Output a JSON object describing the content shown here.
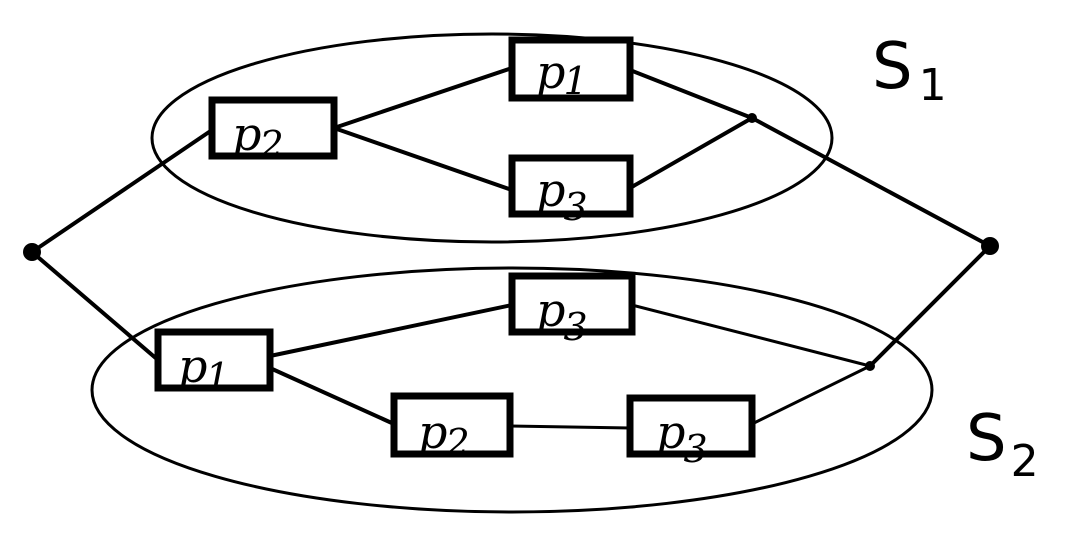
{
  "diagram": {
    "groups": [
      {
        "id": "S1",
        "label": "S",
        "subscript": "1"
      },
      {
        "id": "S2",
        "label": "S",
        "subscript": "2"
      }
    ],
    "blocks": [
      {
        "id": "s1-p2",
        "label": "p",
        "sub": "2"
      },
      {
        "id": "s1-p1",
        "label": "p",
        "sub": "1"
      },
      {
        "id": "s1-p3",
        "label": "p",
        "sub": "3"
      },
      {
        "id": "s2-p1",
        "label": "p",
        "sub": "1"
      },
      {
        "id": "s2-p3-top",
        "label": "p",
        "sub": "3"
      },
      {
        "id": "s2-p2",
        "label": "p",
        "sub": "2"
      },
      {
        "id": "s2-p3-bottom",
        "label": "p",
        "sub": "3"
      }
    ]
  }
}
